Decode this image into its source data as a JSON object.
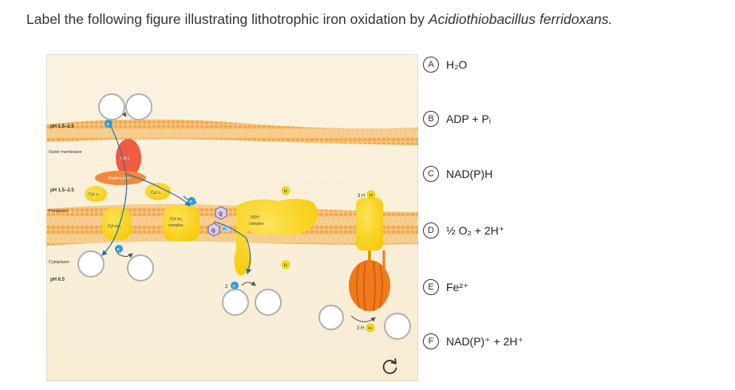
{
  "question": {
    "prefix": "Label the following figure illustrating lithotrophic iron oxidation by ",
    "species": "Acidiothiobacillus ferridoxans."
  },
  "figure": {
    "labels": {
      "ph_outer": "pH 1.5–2.5",
      "outer_membrane": "Outer membrane",
      "ph_periplasm": "pH 1.5–2.5",
      "periplasm": "Periplasm",
      "cytoplasm": "Cytoplasm",
      "ph_cyto": "pH 6.5",
      "cyt_c": "Cyt c",
      "rusticyanin": "Rusticyanin",
      "cyt_c4_left": "Cyt c₄",
      "cyt_c4_mid": "Cyt c₄",
      "cyt_aa3": "Cyt aa₃",
      "cyt_bc1": "Cyt bc₁",
      "complex": "complex",
      "ndh": "NDH",
      "ndh_complex": "complex",
      "e": "e",
      "q": "Q",
      "h2": "H₂",
      "h": "H",
      "three_h": "3 H",
      "two_e": "2"
    }
  },
  "choices": [
    {
      "letter": "A",
      "text": "H₂O"
    },
    {
      "letter": "B",
      "text": "ADP + Pᵢ"
    },
    {
      "letter": "C",
      "text": "NAD(P)H"
    },
    {
      "letter": "D",
      "text": "½ O₂ + 2H⁺"
    },
    {
      "letter": "E",
      "text": "Fe²⁺"
    },
    {
      "letter": "F",
      "text": "NAD(P)⁺ + 2H⁺"
    }
  ],
  "colors": {
    "membrane_tan": "#f2ab54",
    "protein_yellow": "#f7d200",
    "cyt_c_red": "#f15b40",
    "atp_synthase": "#f07a1c",
    "electron_blue": "#2b9bd6",
    "proton_yellow": "#ffe100",
    "background_cream": "#fbf1db"
  },
  "icons": {
    "reset": "reset-icon"
  }
}
